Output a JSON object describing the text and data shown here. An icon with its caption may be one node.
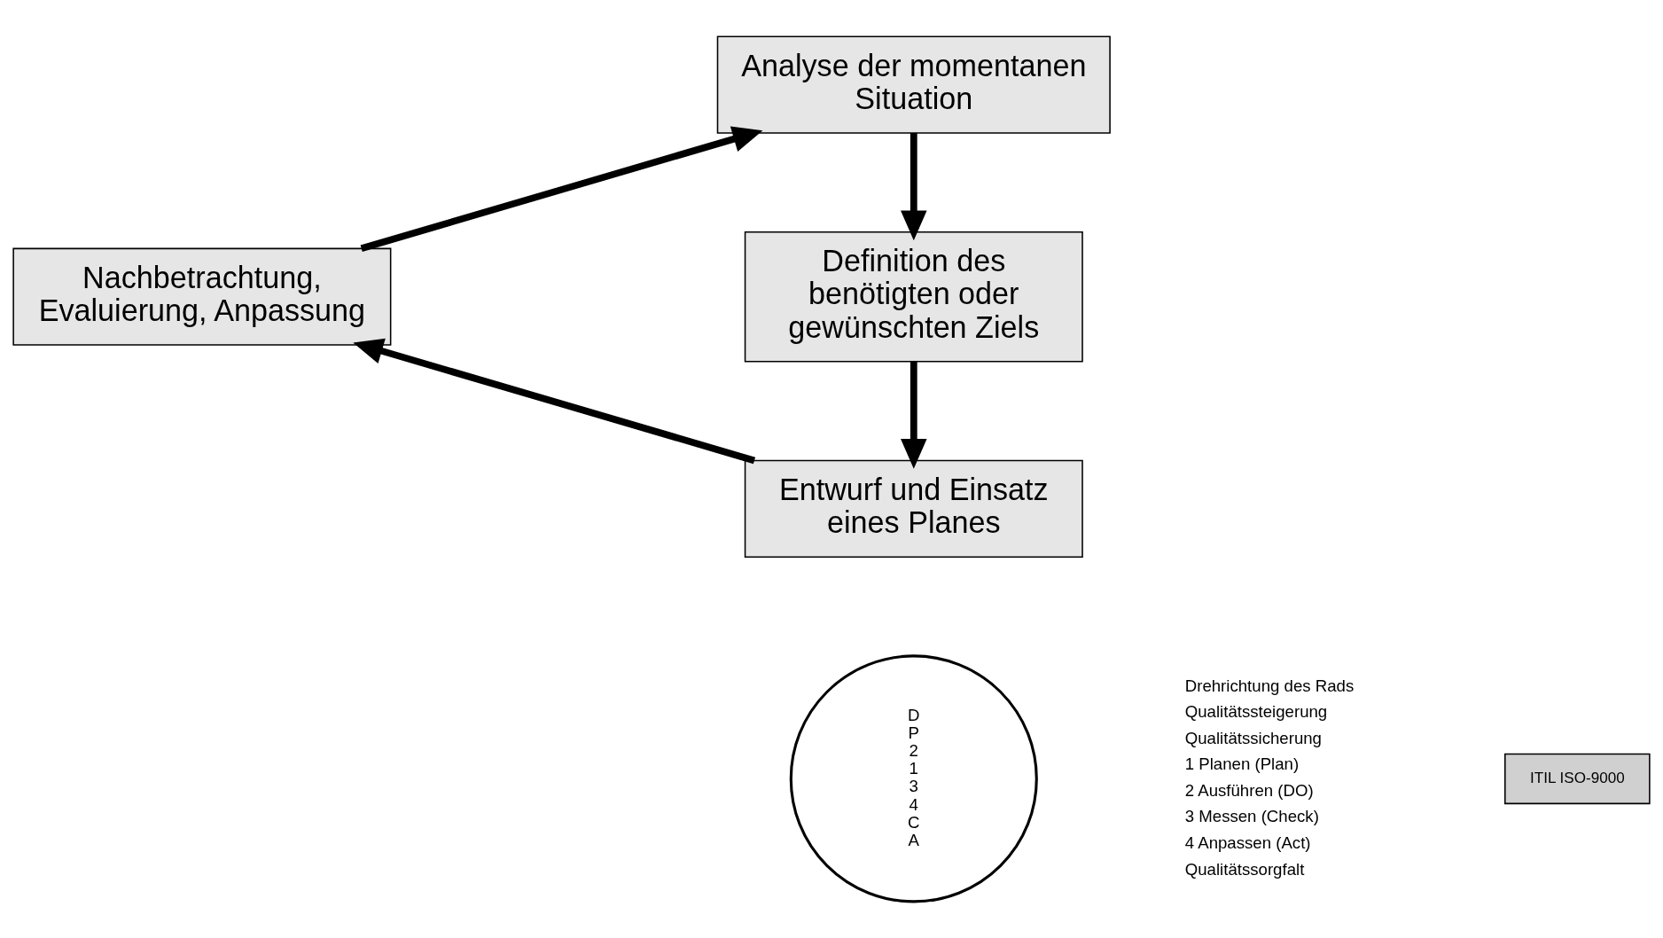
{
  "diagram": {
    "nodes": [
      {
        "text": [
          "Analyse der momentanen Situation"
        ]
      },
      {
        "text": [
          "Nachbetrachtung, Evaluierung, Anpassung"
        ]
      },
      {
        "text": [
          "Definition des benötigten oder gewünschten Ziels"
        ]
      },
      {
        "text": [
          "Entwurf und Einsatz eines Planes"
        ]
      },
      {
        "text": [
          "D",
          "P",
          "2",
          "1",
          "3",
          "4",
          "C",
          "A"
        ]
      },
      {
        "text": [
          "ITIL ISO-9000"
        ]
      }
    ],
    "edges": [
      {
        "from": 0,
        "to": 2,
        "arrow": "to"
      },
      {
        "from": 2,
        "to": 3,
        "arrow": "to"
      },
      {
        "from": 3,
        "to": 1,
        "arrow": "to"
      },
      {
        "from": 1,
        "to": 0,
        "arrow": "to"
      }
    ],
    "labels": [
      "Drehrichtung des Rads",
      "Qualitätssteigerung",
      "Qualitätssicherung",
      "1 Planen (Plan)",
      "2 Ausführen (DO)",
      "3 Messen (Check)",
      "4 Anpassen (Act)",
      "Qualitätssorgfalt"
    ]
  }
}
